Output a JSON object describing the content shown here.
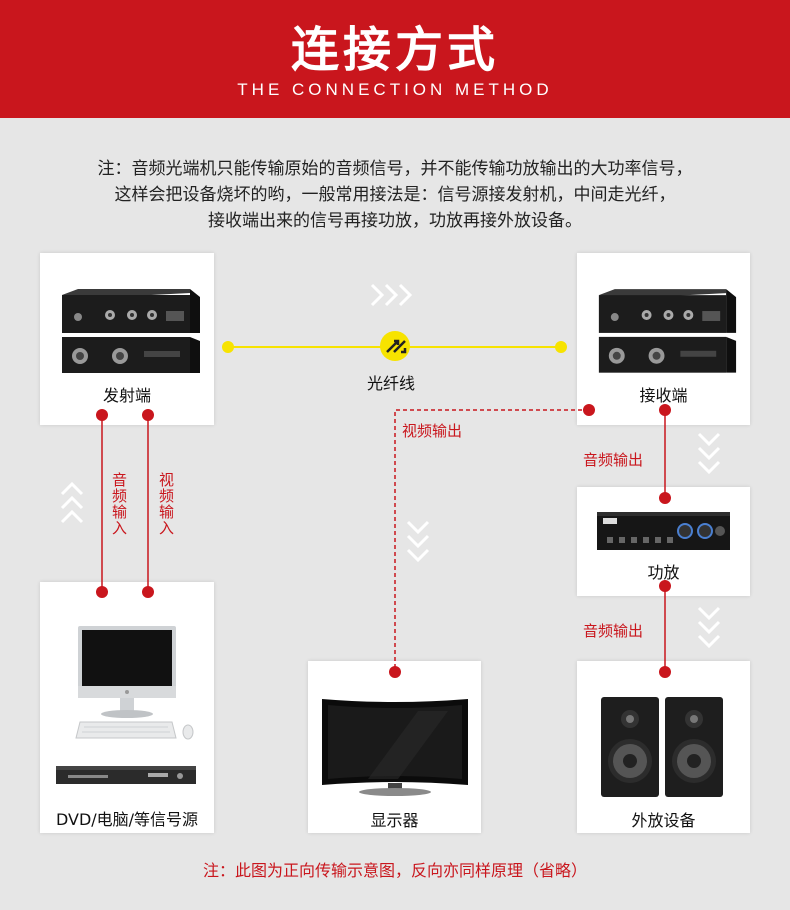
{
  "header": {
    "title": "连接方式",
    "subtitle": "THE CONNECTION METHOD"
  },
  "note": {
    "line1": "注：音频光端机只能传输原始的音频信号，并不能传输功放输出的大功率信号，",
    "line2": "这样会把设备烧坏的哟，一般常用接法是：信号源接发射机，中间走光纤，",
    "line3": "接收端出来的信号再接功放，功放再接外放设备。"
  },
  "devices": {
    "transmitter": "发射端",
    "receiver": "接收端",
    "source": "DVD/电脑/等信号源",
    "display": "显示器",
    "amplifier": "功放",
    "speaker": "外放设备"
  },
  "links": {
    "fiber": "光纤线",
    "audio_in": "音频输入",
    "video_in": "视频输入",
    "video_out": "视频输出",
    "audio_out_1": "音频输出",
    "audio_out_2": "音频输出"
  },
  "footer": "注：此图为正向传输示意图，反向亦同样原理（省略）",
  "colors": {
    "brand_red": "#c9161d",
    "fiber_yellow": "#f7e300",
    "background": "#e6e6e6"
  }
}
